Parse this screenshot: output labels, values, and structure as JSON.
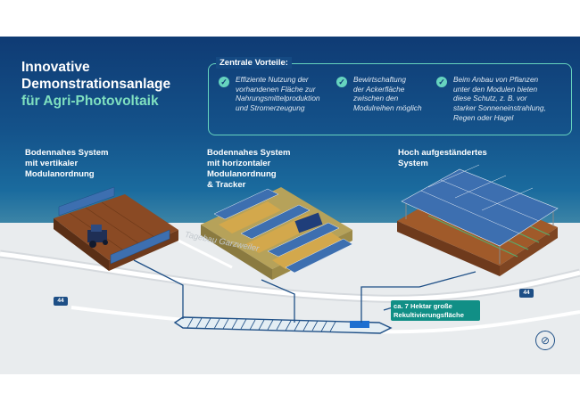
{
  "title": {
    "line1": "Innovative",
    "line2": "Demonstrationsanlage",
    "line3": "für Agri-Photovoltaik"
  },
  "vorteile": {
    "heading": "Zentrale Vorteile:",
    "items": [
      {
        "lines": [
          "Effiziente Nutzung der",
          "vorhandenen Fläche zur",
          "Nahrungsmittelproduktion",
          "und Stromerzeugung"
        ]
      },
      {
        "lines": [
          "Bewirtschaftung",
          "der Ackerfläche",
          "zwischen den",
          "Modulreihen möglich"
        ]
      },
      {
        "lines": [
          "Beim Anbau von Pflanzen",
          "unter den Modulen bieten",
          "diese Schutz, z. B. vor",
          "starker Sonneneinstrahlung,",
          "Regen oder Hagel"
        ]
      }
    ]
  },
  "systems": [
    {
      "lines": [
        "Bodennahes System",
        "mit vertikaler",
        "Modulanordnung"
      ]
    },
    {
      "lines": [
        "Bodennahes System",
        "mit horizontaler",
        "Modulanordnung",
        "& Tracker"
      ]
    },
    {
      "lines": [
        "Hoch aufgeständertes",
        "System"
      ]
    }
  ],
  "map": {
    "road_name": "Tagebau Garzweiler",
    "road_number": "44",
    "area_label_line1": "ca. 7 Hektar große",
    "area_label_line2": "Rekultivierungsfläche",
    "compass_symbol": "⊘"
  },
  "colors": {
    "navy": "#0f3b74",
    "teal": "#66d4bf",
    "accent_green": "#7fe0c0",
    "field_brown": "#8a4a24",
    "crop_gold": "#d3a84c",
    "panel_blue": "#3d6fb0"
  }
}
